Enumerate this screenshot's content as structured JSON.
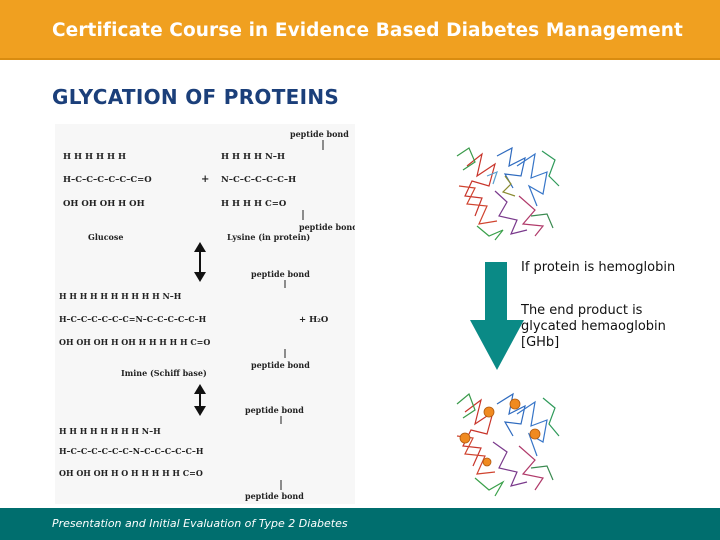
{
  "header": {
    "title": "Certificate Course in Evidence Based Diabetes Management"
  },
  "slide": {
    "title": "GLYCATION OF PROTEINS"
  },
  "diagram": {
    "labels": {
      "peptide_bond_top": "peptide bond",
      "peptide_bond_top2": "peptide bond",
      "glucose": "Glucose",
      "lysine": "Lysine (in protein)",
      "peptide_bond_mid": "peptide bond",
      "peptide_bond_mid2": "peptide bond",
      "imine": "Imine (Schiff base)",
      "peptide_bond_bot": "peptide bond",
      "peptide_bond_bot2": "peptide bond",
      "water": "+ H₂O",
      "plus": "+"
    },
    "rows": {
      "glucose_h": "H  H  H  H  H  H",
      "glucose_chain": "H–C–C–C–C–C–C=O",
      "glucose_oh": "OH OH OH H  OH",
      "lysine_h": "H  H  H  H  N–H",
      "lysine_chain": "N–C–C–C–C–C–H",
      "lysine_bot": "H  H  H  H  C=O",
      "imine_h": "H  H  H  H  H  H     H  H  H  H  N–H",
      "imine_chain": "H–C–C–C–C–C–C=N–C–C–C–C–C–H",
      "imine_oh": "OH OH OH H  OH H     H  H  H  H  C=O",
      "amadori_h": "H  H  H     H  H  H  H  H  N–H",
      "amadori_chain": "H–C–C–C–C–C–C–N–C–C–C–C–C–H",
      "amadori_oh": "OH OH OH H  O  H  H  H  H  H  C=O"
    }
  },
  "side": {
    "line1": "If protein is hemoglobin",
    "line2": "The end product is glycated hemaoglobin [GHb]"
  },
  "colors": {
    "header": "#f0a020",
    "footer": "#006e6e",
    "title": "#1b3f7a",
    "arrow": "#0a8a86"
  },
  "footer": {
    "text": "Presentation and Initial Evaluation of Type 2 Diabetes"
  }
}
